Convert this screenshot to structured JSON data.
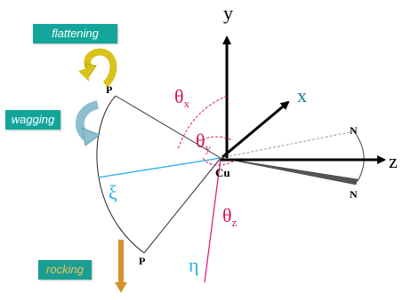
{
  "labels": {
    "flattening": "flattening",
    "wagging": "wagging",
    "rocking": "rocking"
  },
  "axes": {
    "y": "y",
    "x": "x",
    "z": "z"
  },
  "points": {
    "P": "P",
    "Cu": "Cu",
    "N": "N"
  },
  "greek": {
    "xi": "ξ",
    "eta": "η",
    "theta": "θ",
    "sub_x": "x",
    "sub_y": "y",
    "sub_z": "z"
  },
  "colors": {
    "label_box": "#12a69a",
    "label_box_rocking": "#1a9e93",
    "axis": "#000000",
    "xi_axis": "#29aee6",
    "eta_axis": "#e0217b",
    "theta": "#d4155f",
    "flatten_arrow": "#d9c21a",
    "wag_arrow": "#8ebfcf",
    "rock_arrow": "#d6922a"
  }
}
